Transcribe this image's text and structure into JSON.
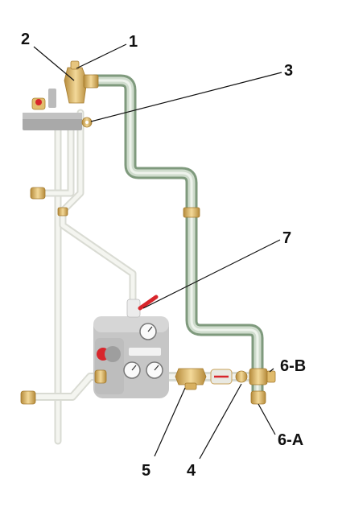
{
  "callouts": [
    {
      "id": "1",
      "text": "1"
    },
    {
      "id": "2",
      "text": "2"
    },
    {
      "id": "3",
      "text": "3"
    },
    {
      "id": "4",
      "text": "4"
    },
    {
      "id": "5",
      "text": "5"
    },
    {
      "id": "6a",
      "text": "6-A"
    },
    {
      "id": "6b",
      "text": "6-B"
    },
    {
      "id": "7",
      "text": "7"
    }
  ],
  "colors": {
    "pipe_green": "#b9cdb7",
    "pipe_clear": "#eef0ea",
    "brass": "#e8c37a",
    "brass_dark": "#b58a3a",
    "unit_gray": "#c9c9c9",
    "valve_red": "#d8262c",
    "label": "#111111"
  },
  "icons": [
    "pump-unit-icon",
    "gauge-icon",
    "valve-handle-icon"
  ]
}
